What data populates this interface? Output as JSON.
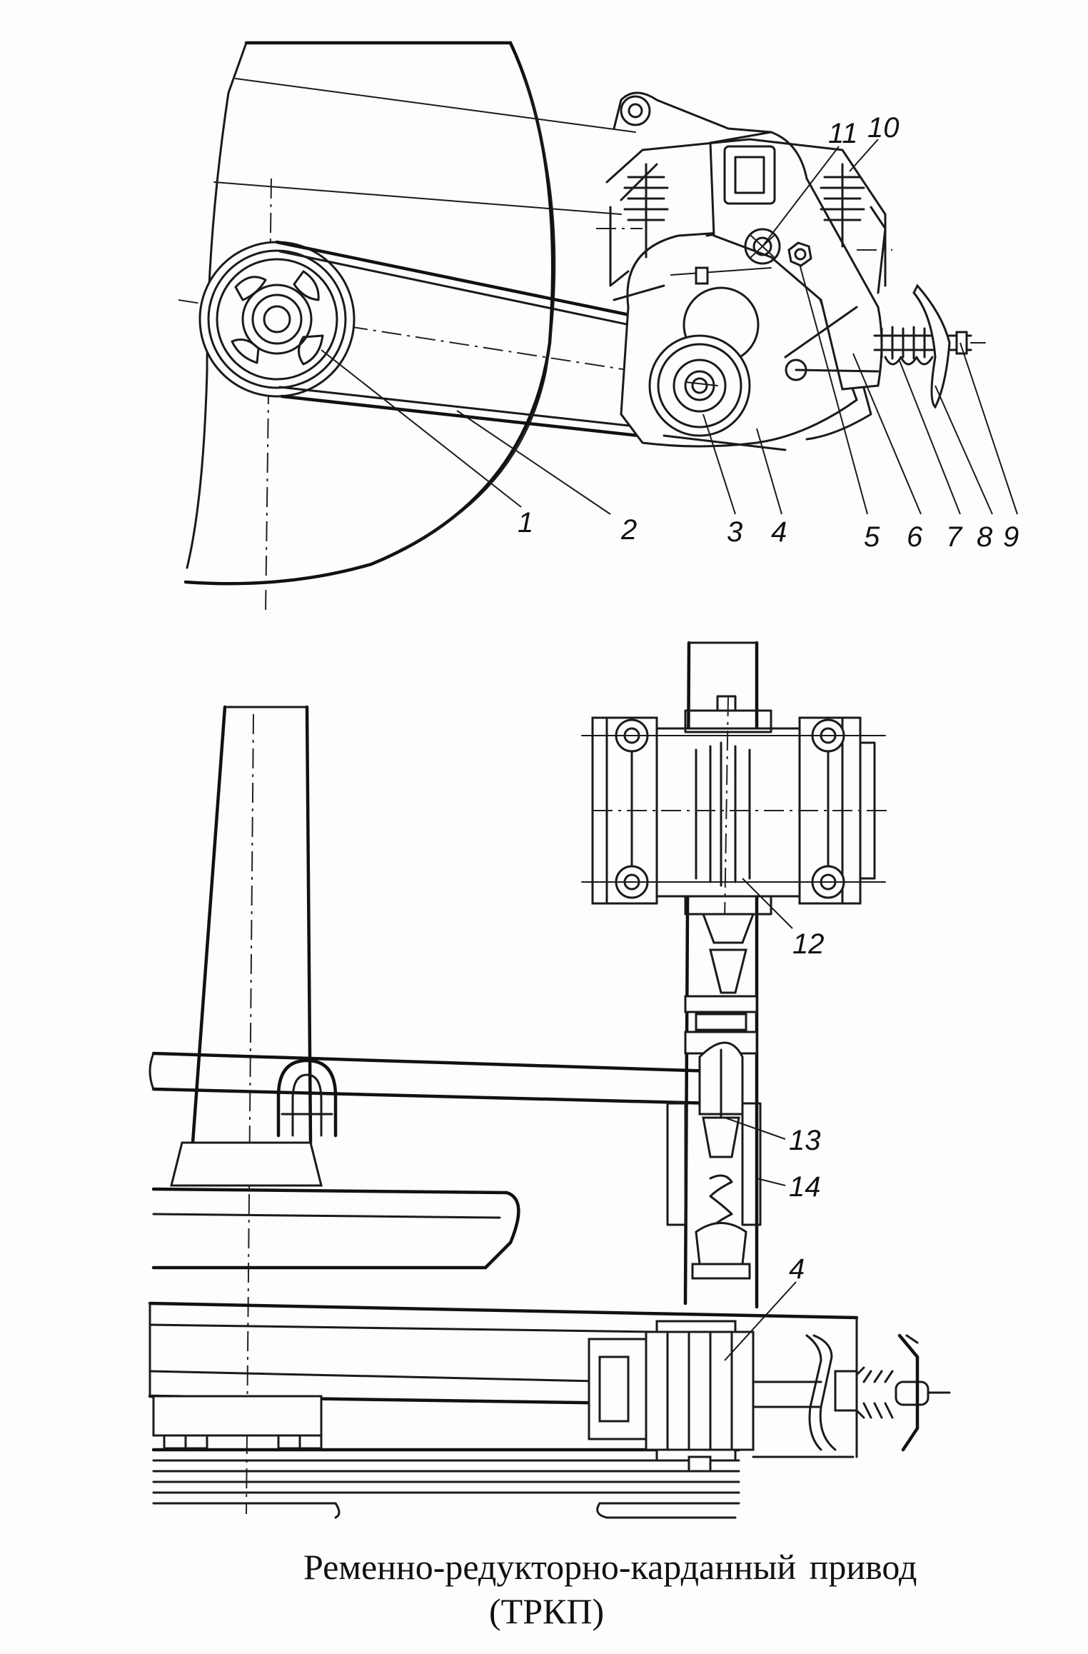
{
  "figure": {
    "caption_line1": "Ременно-редукторно-карданный   привод",
    "caption_line2": "(ТРКП)"
  },
  "callouts": [
    "1",
    "2",
    "3",
    "4",
    "5",
    "6",
    "7",
    "8",
    "9",
    "10",
    "11",
    "12",
    "13",
    "14",
    "4"
  ]
}
